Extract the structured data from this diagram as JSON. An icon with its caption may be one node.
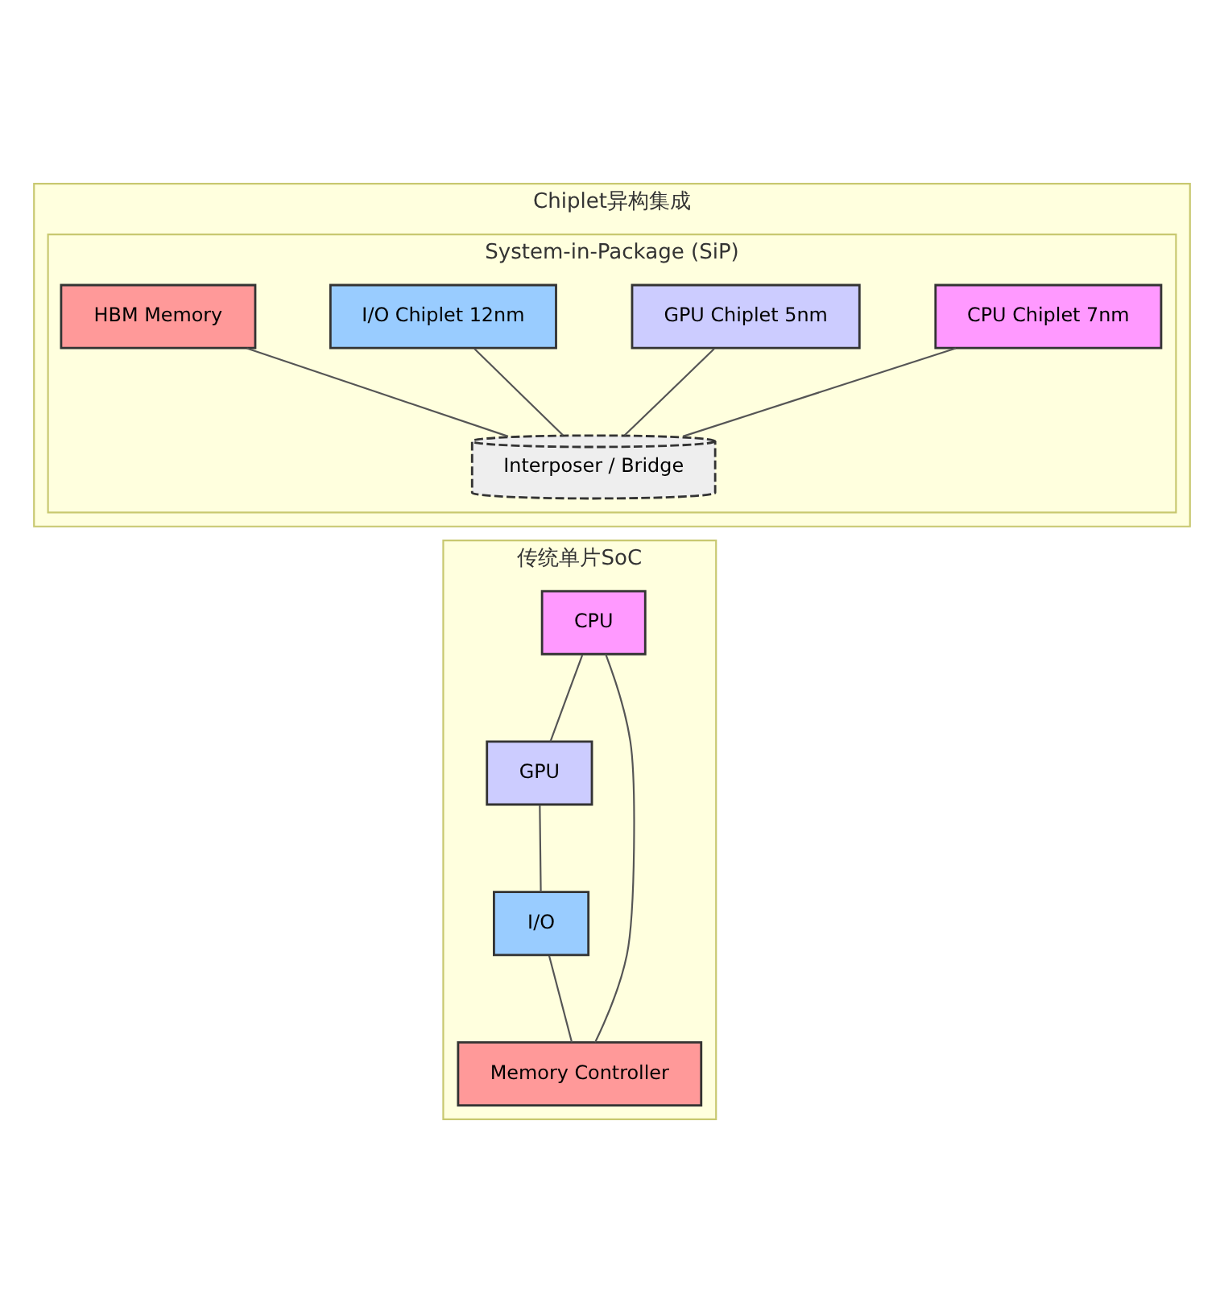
{
  "diagram": {
    "nodes": [
      {
        "text": [
          "Chiplet异构集成"
        ]
      },
      {
        "text": [
          "System-in-Package (SiP)"
        ],
        "in": 0
      },
      {
        "text": [
          "CPU Chiplet 7nm"
        ],
        "in": 1
      },
      {
        "text": [
          "GPU Chiplet 5nm"
        ],
        "in": 1
      },
      {
        "text": [
          "I/O Chiplet 12nm"
        ],
        "in": 1
      },
      {
        "text": [
          "HBM Memory"
        ],
        "in": 1
      },
      {
        "text": [
          "Interposer / Bridge"
        ],
        "in": 1
      },
      {
        "text": [
          "传统单片SoC"
        ]
      },
      {
        "text": [
          "CPU"
        ],
        "in": 7
      },
      {
        "text": [
          "GPU"
        ],
        "in": 7
      },
      {
        "text": [
          "I/O"
        ],
        "in": 7
      },
      {
        "text": [
          "Memory Controller"
        ],
        "in": 7
      }
    ],
    "edges": [
      {
        "from": 2,
        "to": 6,
        "arrow": "none"
      },
      {
        "from": 3,
        "to": 6,
        "arrow": "none"
      },
      {
        "from": 4,
        "to": 6,
        "arrow": "none"
      },
      {
        "from": 5,
        "to": 6,
        "arrow": "none"
      },
      {
        "from": 8,
        "to": 9,
        "arrow": "none"
      },
      {
        "from": 9,
        "to": 10,
        "arrow": "none"
      },
      {
        "from": 10,
        "to": 11,
        "arrow": "none"
      },
      {
        "from": 8,
        "to": 11,
        "arrow": "none"
      }
    ]
  }
}
